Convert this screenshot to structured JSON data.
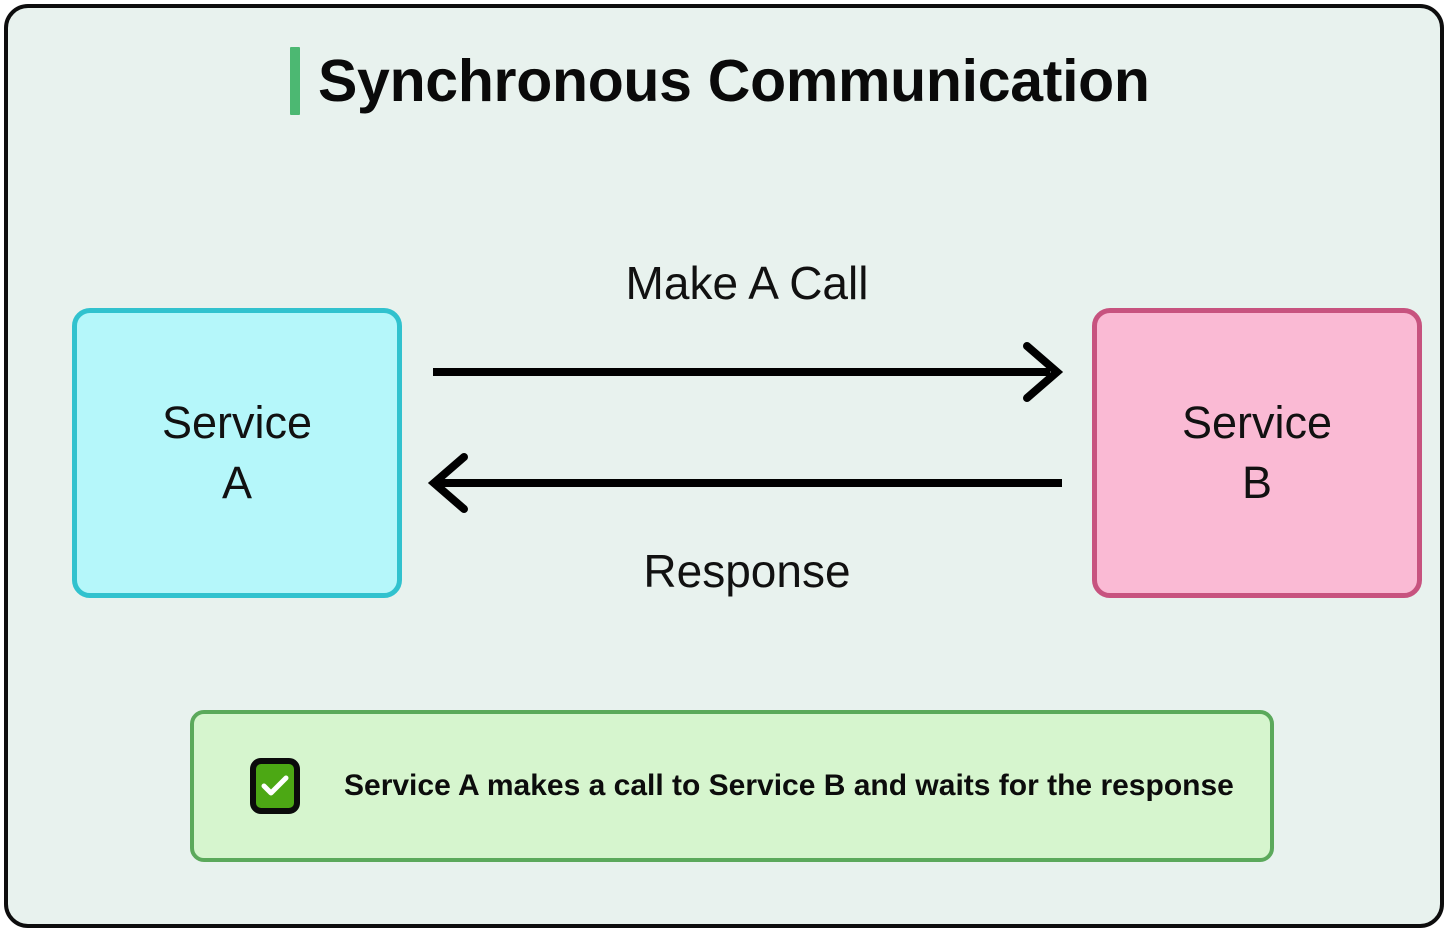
{
  "canvas": {
    "background_color": "#e8f2ee",
    "border_color": "#0d0d0d"
  },
  "header": {
    "title": "Synchronous Communication",
    "accent_bar_color": "#4cb872"
  },
  "nodes": [
    {
      "id": "service-a",
      "line1": "Service",
      "line2": "A",
      "fill_color": "#b5f7fa",
      "border_color": "#31c2ce"
    },
    {
      "id": "service-b",
      "line1": "Service",
      "line2": "B",
      "fill_color": "#fabad4",
      "border_color": "#c7537f"
    }
  ],
  "arrows": [
    {
      "id": "request-arrow",
      "label": "Make A Call",
      "direction": "right",
      "from": "Service A",
      "to": "Service B",
      "color": "#000000"
    },
    {
      "id": "response-arrow",
      "label": "Response",
      "direction": "left",
      "from": "Service B",
      "to": "Service A",
      "color": "#000000"
    }
  ],
  "note": {
    "icon": "check-square-icon",
    "text": "Service A makes a call to Service B and waits for the response",
    "fill_color": "#d6f5ce",
    "border_color": "#5ba95b",
    "icon_color": "#4ca814"
  }
}
